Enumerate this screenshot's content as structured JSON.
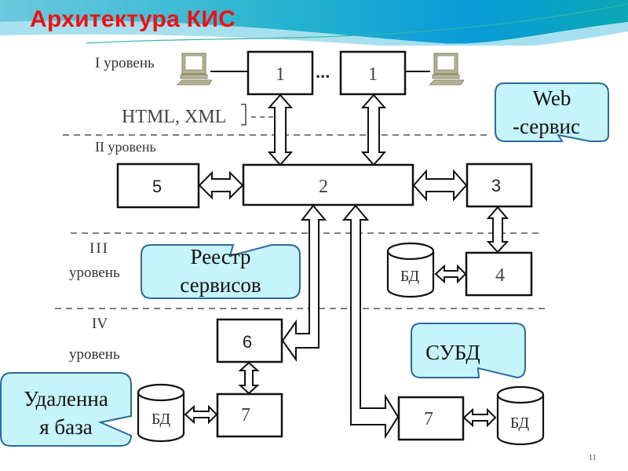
{
  "slide": {
    "title": "Архитектура КИС",
    "page_number": "11",
    "colors": {
      "title": "#f01010",
      "callout_fill": "#c6f4fb",
      "callout_border": "#2b6a9c",
      "header_teal": "#0aa6b8",
      "header_blue": "#0896dc"
    }
  },
  "levels": {
    "l1": "I уровень",
    "l2": "II уровень",
    "l3_num": "III",
    "l3_word": "уровень",
    "l4_num": "IV",
    "l4_word": "уровень"
  },
  "protocol_label": "HTML, XML",
  "ellipsis": "...",
  "boxes": {
    "b1a": "1",
    "b1b": "1",
    "b2": "2",
    "b3": "3",
    "b4": "4",
    "b5": "5",
    "b6": "6",
    "b7a": "7",
    "b7b": "7"
  },
  "databases": {
    "db_level3": "БД",
    "db_remote": "БД",
    "db_dbms": "БД"
  },
  "callouts": {
    "web_service": [
      "Web",
      "-сервис"
    ],
    "registry": [
      "Реестр",
      "сервисов"
    ],
    "dbms": [
      "СУБД"
    ],
    "remote_db": [
      "Удаленна",
      "я база"
    ]
  },
  "icons": {
    "workstation": "desktop-computer-icon",
    "database": "database-cylinder-icon"
  }
}
